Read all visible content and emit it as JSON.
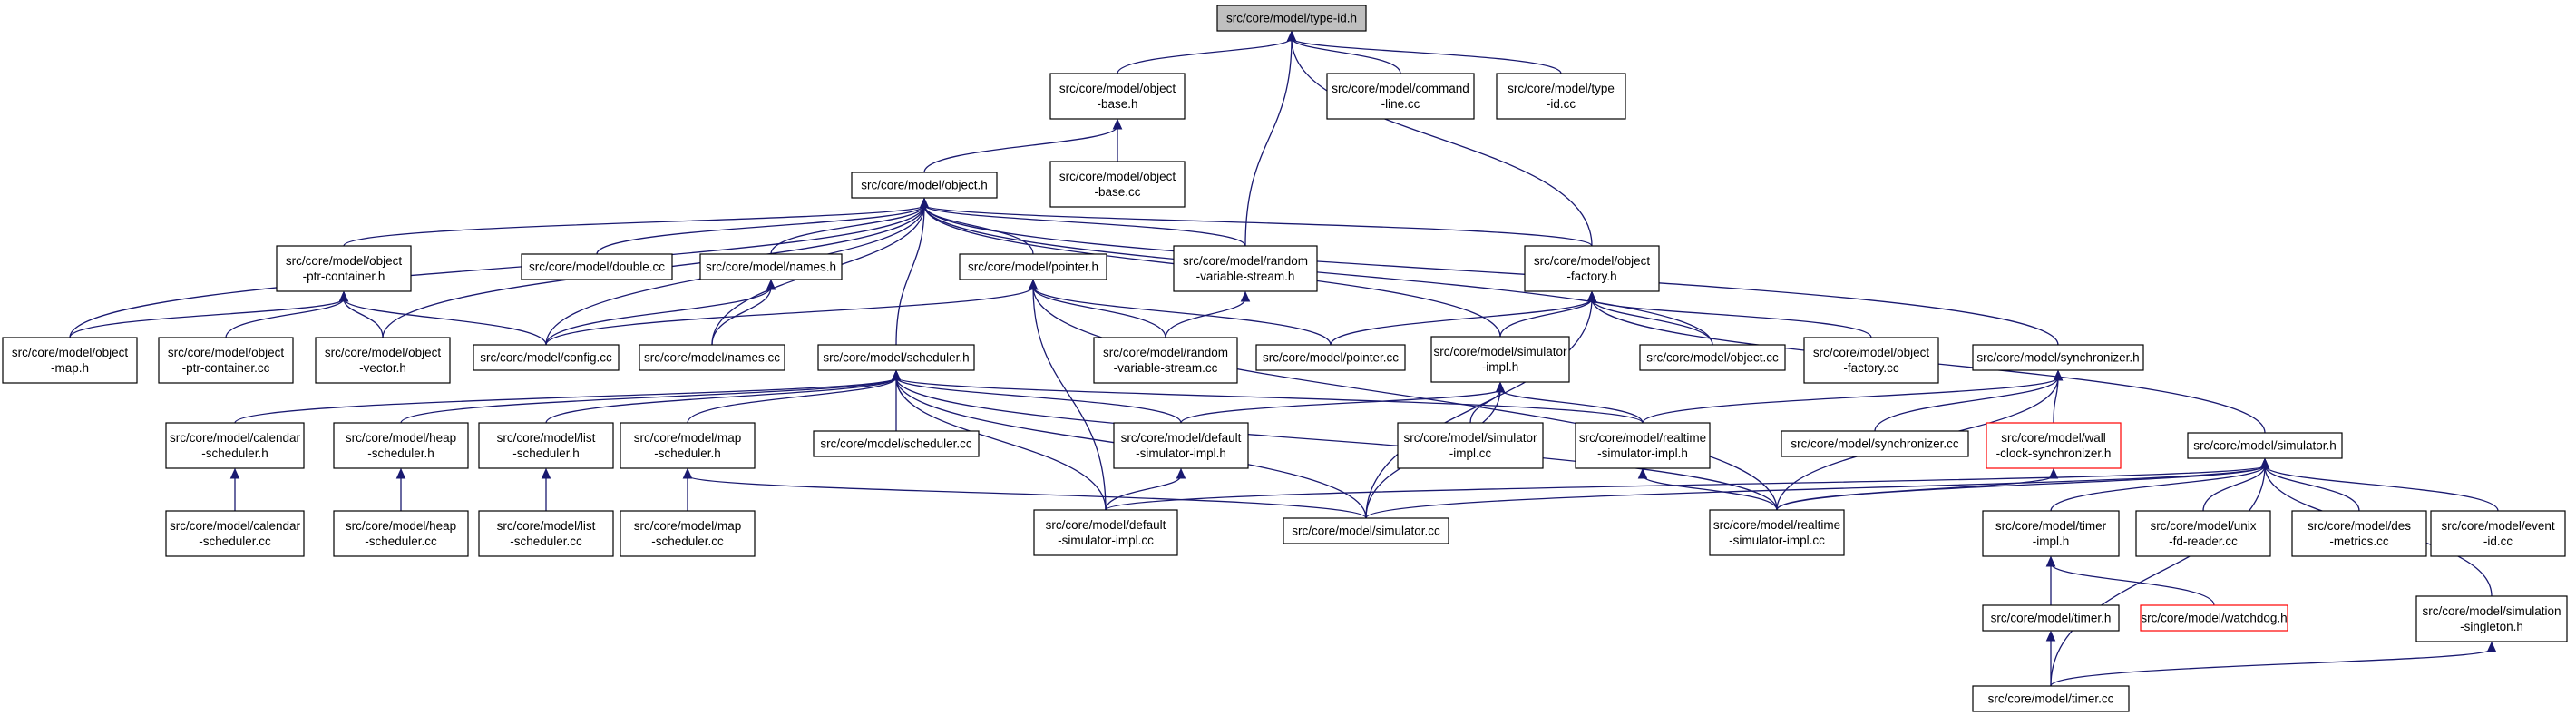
{
  "nodes": [
    {
      "id": "type_id_h",
      "lines": [
        "src/core/model/type-id.h"
      ],
      "style": "root"
    },
    {
      "id": "object_base_h",
      "lines": [
        "src/core/model/object",
        "-base.h"
      ]
    },
    {
      "id": "command_line_cc",
      "lines": [
        "src/core/model/command",
        "-line.cc"
      ]
    },
    {
      "id": "type_id_cc",
      "lines": [
        "src/core/model/type",
        "-id.cc"
      ]
    },
    {
      "id": "object_base_cc",
      "lines": [
        "src/core/model/object",
        "-base.cc"
      ]
    },
    {
      "id": "object_h",
      "lines": [
        "src/core/model/object.h"
      ]
    },
    {
      "id": "object_ptr_container_h",
      "lines": [
        "src/core/model/object",
        "-ptr-container.h"
      ]
    },
    {
      "id": "double_cc",
      "lines": [
        "src/core/model/double.cc"
      ]
    },
    {
      "id": "names_h",
      "lines": [
        "src/core/model/names.h"
      ]
    },
    {
      "id": "pointer_h",
      "lines": [
        "src/core/model/pointer.h"
      ]
    },
    {
      "id": "random_variable_stream_h",
      "lines": [
        "src/core/model/random",
        "-variable-stream.h"
      ]
    },
    {
      "id": "object_factory_h",
      "lines": [
        "src/core/model/object",
        "-factory.h"
      ]
    },
    {
      "id": "object_map_h",
      "lines": [
        "src/core/model/object",
        "-map.h"
      ]
    },
    {
      "id": "object_ptr_container_cc",
      "lines": [
        "src/core/model/object",
        "-ptr-container.cc"
      ]
    },
    {
      "id": "object_vector_h",
      "lines": [
        "src/core/model/object",
        "-vector.h"
      ]
    },
    {
      "id": "config_cc",
      "lines": [
        "src/core/model/config.cc"
      ]
    },
    {
      "id": "names_cc",
      "lines": [
        "src/core/model/names.cc"
      ]
    },
    {
      "id": "scheduler_h",
      "lines": [
        "src/core/model/scheduler.h"
      ]
    },
    {
      "id": "random_variable_stream_cc",
      "lines": [
        "src/core/model/random",
        "-variable-stream.cc"
      ]
    },
    {
      "id": "pointer_cc",
      "lines": [
        "src/core/model/pointer.cc"
      ]
    },
    {
      "id": "simulator_impl_h",
      "lines": [
        "src/core/model/simulator",
        "-impl.h"
      ]
    },
    {
      "id": "object_cc",
      "lines": [
        "src/core/model/object.cc"
      ]
    },
    {
      "id": "object_factory_cc",
      "lines": [
        "src/core/model/object",
        "-factory.cc"
      ]
    },
    {
      "id": "synchronizer_h",
      "lines": [
        "src/core/model/synchronizer.h"
      ]
    },
    {
      "id": "calendar_scheduler_h",
      "lines": [
        "src/core/model/calendar",
        "-scheduler.h"
      ]
    },
    {
      "id": "heap_scheduler_h",
      "lines": [
        "src/core/model/heap",
        "-scheduler.h"
      ]
    },
    {
      "id": "list_scheduler_h",
      "lines": [
        "src/core/model/list",
        "-scheduler.h"
      ]
    },
    {
      "id": "map_scheduler_h",
      "lines": [
        "src/core/model/map",
        "-scheduler.h"
      ]
    },
    {
      "id": "scheduler_cc",
      "lines": [
        "src/core/model/scheduler.cc"
      ]
    },
    {
      "id": "default_simulator_impl_h",
      "lines": [
        "src/core/model/default",
        "-simulator-impl.h"
      ]
    },
    {
      "id": "simulator_impl_cc",
      "lines": [
        "src/core/model/simulator",
        "-impl.cc"
      ]
    },
    {
      "id": "realtime_simulator_impl_h",
      "lines": [
        "src/core/model/realtime",
        "-simulator-impl.h"
      ]
    },
    {
      "id": "synchronizer_cc",
      "lines": [
        "src/core/model/synchronizer.cc"
      ]
    },
    {
      "id": "wall_clock_synchronizer_h",
      "lines": [
        "src/core/model/wall",
        "-clock-synchronizer.h"
      ],
      "style": "red"
    },
    {
      "id": "simulator_h",
      "lines": [
        "src/core/model/simulator.h"
      ]
    },
    {
      "id": "calendar_scheduler_cc",
      "lines": [
        "src/core/model/calendar",
        "-scheduler.cc"
      ]
    },
    {
      "id": "heap_scheduler_cc",
      "lines": [
        "src/core/model/heap",
        "-scheduler.cc"
      ]
    },
    {
      "id": "list_scheduler_cc",
      "lines": [
        "src/core/model/list",
        "-scheduler.cc"
      ]
    },
    {
      "id": "map_scheduler_cc",
      "lines": [
        "src/core/model/map",
        "-scheduler.cc"
      ]
    },
    {
      "id": "default_simulator_impl_cc",
      "lines": [
        "src/core/model/default",
        "-simulator-impl.cc"
      ]
    },
    {
      "id": "simulator_cc",
      "lines": [
        "src/core/model/simulator.cc"
      ]
    },
    {
      "id": "realtime_simulator_impl_cc",
      "lines": [
        "src/core/model/realtime",
        "-simulator-impl.cc"
      ]
    },
    {
      "id": "timer_impl_h",
      "lines": [
        "src/core/model/timer",
        "-impl.h"
      ]
    },
    {
      "id": "unix_fd_reader_cc",
      "lines": [
        "src/core/model/unix",
        "-fd-reader.cc"
      ]
    },
    {
      "id": "des_metrics_cc",
      "lines": [
        "src/core/model/des",
        "-metrics.cc"
      ]
    },
    {
      "id": "event_id_cc",
      "lines": [
        "src/core/model/event",
        "-id.cc"
      ]
    },
    {
      "id": "timer_h",
      "lines": [
        "src/core/model/timer.h"
      ]
    },
    {
      "id": "watchdog_h",
      "lines": [
        "src/core/model/watchdog.h"
      ],
      "style": "red"
    },
    {
      "id": "simulation_singleton_h",
      "lines": [
        "src/core/model/simulation",
        "-singleton.h"
      ]
    },
    {
      "id": "timer_cc",
      "lines": [
        "src/core/model/timer.cc"
      ]
    }
  ],
  "edges": [
    [
      "type_id_h",
      "object_base_h"
    ],
    [
      "type_id_h",
      "command_line_cc"
    ],
    [
      "type_id_h",
      "type_id_cc"
    ],
    [
      "type_id_h",
      "random_variable_stream_h"
    ],
    [
      "type_id_h",
      "object_factory_h"
    ],
    [
      "object_base_h",
      "object_base_cc"
    ],
    [
      "object_base_h",
      "object_h"
    ],
    [
      "object_h",
      "object_ptr_container_h"
    ],
    [
      "object_h",
      "double_cc"
    ],
    [
      "object_h",
      "names_h"
    ],
    [
      "object_h",
      "pointer_h"
    ],
    [
      "object_h",
      "random_variable_stream_h"
    ],
    [
      "object_h",
      "object_factory_h"
    ],
    [
      "object_h",
      "object_map_h"
    ],
    [
      "object_h",
      "object_vector_h"
    ],
    [
      "object_h",
      "config_cc"
    ],
    [
      "object_h",
      "names_cc"
    ],
    [
      "object_h",
      "scheduler_h"
    ],
    [
      "object_h",
      "simulator_impl_h"
    ],
    [
      "object_h",
      "object_cc"
    ],
    [
      "object_h",
      "synchronizer_h"
    ],
    [
      "object_ptr_container_h",
      "object_map_h"
    ],
    [
      "object_ptr_container_h",
      "object_ptr_container_cc"
    ],
    [
      "object_ptr_container_h",
      "object_vector_h"
    ],
    [
      "object_ptr_container_h",
      "config_cc"
    ],
    [
      "names_h",
      "config_cc"
    ],
    [
      "names_h",
      "names_cc"
    ],
    [
      "pointer_h",
      "config_cc"
    ],
    [
      "pointer_h",
      "random_variable_stream_cc"
    ],
    [
      "pointer_h",
      "pointer_cc"
    ],
    [
      "pointer_h",
      "default_simulator_impl_cc"
    ],
    [
      "pointer_h",
      "realtime_simulator_impl_cc"
    ],
    [
      "random_variable_stream_h",
      "random_variable_stream_cc"
    ],
    [
      "object_factory_h",
      "pointer_cc"
    ],
    [
      "object_factory_h",
      "simulator_impl_h"
    ],
    [
      "object_factory_h",
      "object_cc"
    ],
    [
      "object_factory_h",
      "object_factory_cc"
    ],
    [
      "object_factory_h",
      "simulator_h"
    ],
    [
      "object_factory_h",
      "simulator_cc"
    ],
    [
      "scheduler_h",
      "calendar_scheduler_h"
    ],
    [
      "scheduler_h",
      "heap_scheduler_h"
    ],
    [
      "scheduler_h",
      "list_scheduler_h"
    ],
    [
      "scheduler_h",
      "map_scheduler_h"
    ],
    [
      "scheduler_h",
      "scheduler_cc"
    ],
    [
      "scheduler_h",
      "default_simulator_impl_h"
    ],
    [
      "scheduler_h",
      "realtime_simulator_impl_h"
    ],
    [
      "scheduler_h",
      "default_simulator_impl_cc"
    ],
    [
      "scheduler_h",
      "simulator_cc"
    ],
    [
      "scheduler_h",
      "realtime_simulator_impl_cc"
    ],
    [
      "simulator_impl_h",
      "default_simulator_impl_h"
    ],
    [
      "simulator_impl_h",
      "simulator_impl_cc"
    ],
    [
      "simulator_impl_h",
      "realtime_simulator_impl_h"
    ],
    [
      "simulator_impl_h",
      "simulator_cc"
    ],
    [
      "synchronizer_h",
      "realtime_simulator_impl_h"
    ],
    [
      "synchronizer_h",
      "synchronizer_cc"
    ],
    [
      "synchronizer_h",
      "wall_clock_synchronizer_h"
    ],
    [
      "synchronizer_h",
      "realtime_simulator_impl_cc"
    ],
    [
      "calendar_scheduler_h",
      "calendar_scheduler_cc"
    ],
    [
      "heap_scheduler_h",
      "heap_scheduler_cc"
    ],
    [
      "list_scheduler_h",
      "list_scheduler_cc"
    ],
    [
      "map_scheduler_h",
      "map_scheduler_cc"
    ],
    [
      "map_scheduler_h",
      "simulator_cc"
    ],
    [
      "default_simulator_impl_h",
      "default_simulator_impl_cc"
    ],
    [
      "realtime_simulator_impl_h",
      "realtime_simulator_impl_cc"
    ],
    [
      "wall_clock_synchronizer_h",
      "realtime_simulator_impl_cc"
    ],
    [
      "simulator_h",
      "default_simulator_impl_cc"
    ],
    [
      "simulator_h",
      "simulator_cc"
    ],
    [
      "simulator_h",
      "realtime_simulator_impl_cc"
    ],
    [
      "simulator_h",
      "timer_impl_h"
    ],
    [
      "simulator_h",
      "unix_fd_reader_cc"
    ],
    [
      "simulator_h",
      "des_metrics_cc"
    ],
    [
      "simulator_h",
      "event_id_cc"
    ],
    [
      "simulator_h",
      "simulation_singleton_h"
    ],
    [
      "simulator_h",
      "timer_cc"
    ],
    [
      "timer_impl_h",
      "timer_h"
    ],
    [
      "timer_impl_h",
      "watchdog_h"
    ],
    [
      "timer_h",
      "timer_cc"
    ],
    [
      "simulation_singleton_h",
      "timer_cc"
    ]
  ]
}
